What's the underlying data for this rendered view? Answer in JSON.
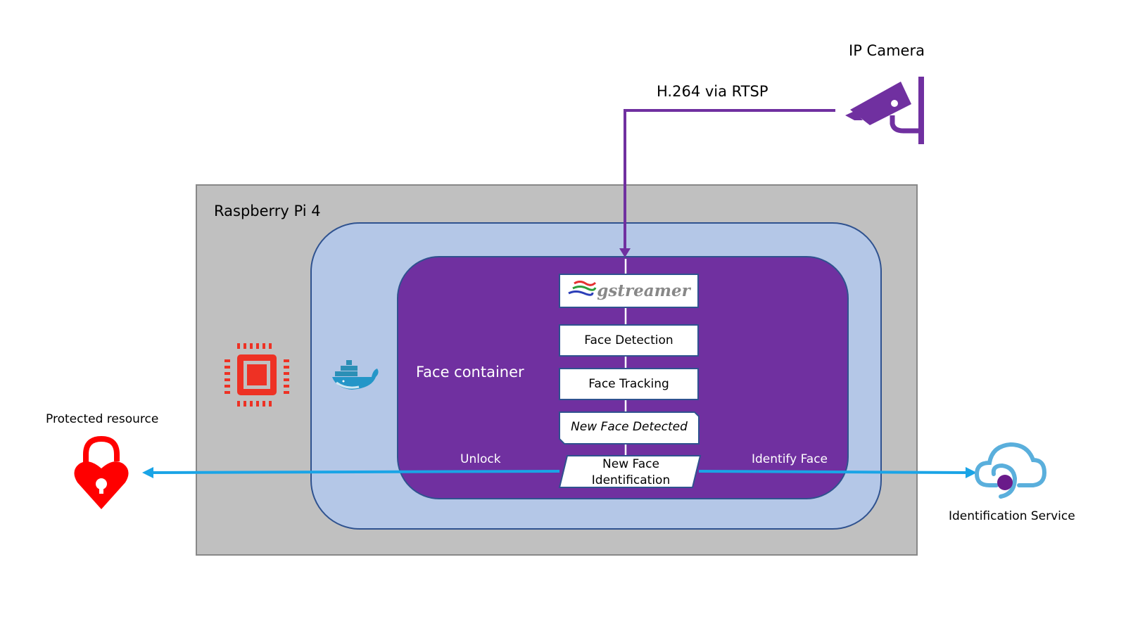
{
  "diagram": {
    "camera": {
      "label": "IP Camera",
      "icon": "security-camera-icon",
      "color": "#7030a0"
    },
    "stream": {
      "label": "H.264 via RTSP",
      "color": "#7030a0"
    },
    "host": {
      "label": "Raspberry Pi 4",
      "icon": "cpu-chip-icon",
      "icon_color": "#ee3124"
    },
    "docker": {
      "icon": "docker-whale-icon"
    },
    "container": {
      "label": "Face container",
      "steps": [
        {
          "label": "gstreamer",
          "type": "logo"
        },
        {
          "label": "Face Detection",
          "type": "process"
        },
        {
          "label": "Face Tracking",
          "type": "process"
        },
        {
          "label": "New Face Detected",
          "type": "event"
        },
        {
          "label": "New Face\nIdentification",
          "type": "io"
        }
      ]
    },
    "flows": {
      "unlock": {
        "label": "Unlock",
        "color": "#1aa4e6"
      },
      "identify": {
        "label": "Identify Face",
        "color": "#1aa4e6"
      }
    },
    "protected_resource": {
      "label": "Protected resource",
      "icon": "heart-padlock-icon",
      "color": "#ff0000"
    },
    "identification_service": {
      "label": "Identification Service",
      "icon": "cloud-service-icon",
      "color": "#5aafdc",
      "dot_color": "#6a1b8a"
    }
  }
}
